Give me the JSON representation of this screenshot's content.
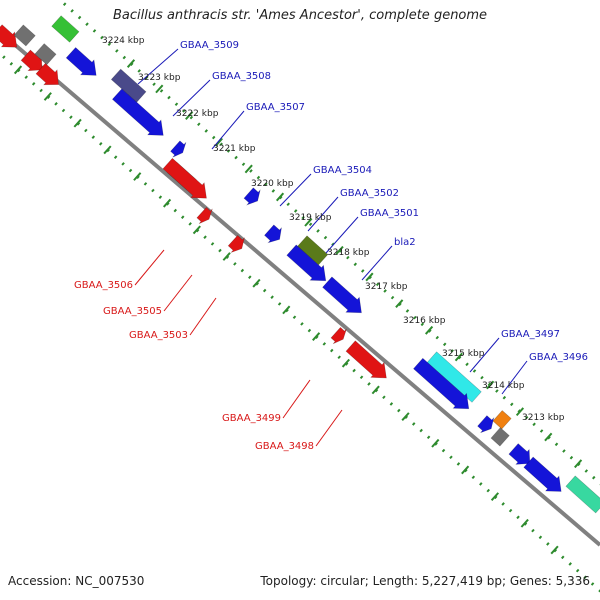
{
  "title": "Bacillus anthracis str. 'Ames Ancestor', complete genome",
  "accession": "Accession: NC_007530",
  "topology": "Topology: circular; Length: 5,227,419 bp; Genes: 5,336",
  "kbp_labels": [
    "3224 kbp",
    "3223 kbp",
    "3222 kbp",
    "3221 kbp",
    "3220 kbp",
    "3219 kbp",
    "3218 kbp",
    "3217 kbp",
    "3216 kbp",
    "3215 kbp",
    "3214 kbp",
    "3213 kbp"
  ],
  "gene_labels_plus": [
    "GBAA_3509",
    "GBAA_3508",
    "GBAA_3507",
    "GBAA_3504",
    "GBAA_3502",
    "GBAA_3501",
    "bla2",
    "GBAA_3497",
    "GBAA_3496"
  ],
  "gene_labels_minus": [
    "GBAA_3506",
    "GBAA_3505",
    "GBAA_3503",
    "GBAA_3499",
    "GBAA_3498"
  ],
  "colors": {
    "plus_label": "#1a1ab8",
    "minus_label": "#d81818",
    "axis": "#808080",
    "ruler": "#2e8b2e",
    "blue": "#1414d8",
    "red": "#e01414",
    "gray": "#707070",
    "green": "#36c036",
    "slate": "#4a4a8a",
    "olive": "#5a7a1a",
    "mint": "#38d8a0",
    "cyan": "#30e8e8",
    "orange": "#f08010"
  }
}
